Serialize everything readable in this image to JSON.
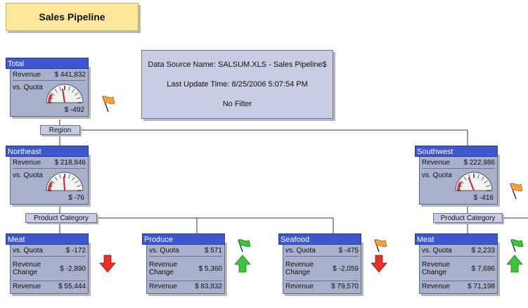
{
  "title": "Sales Pipeline",
  "info": {
    "data_source": "Data Source Name: SALSUM.XLS - Sales Pipeline$",
    "last_update": "Last Update Time: 8/25/2006 5:07:54 PM",
    "filter": "No Filter"
  },
  "dimensions": {
    "region": "Region",
    "product_category_ne": "Product Category",
    "product_category_sw": "Product Category"
  },
  "nodes": {
    "total": {
      "name": "Total",
      "revenue_label": "Revenue",
      "revenue": "$ 441,832",
      "quota_label": "vs. Quota",
      "quota": "$ -492",
      "gauge_level": 0.45,
      "flag": "orange-flag"
    },
    "northeast": {
      "name": "Northeast",
      "revenue_label": "Revenue",
      "revenue": "$ 218,846",
      "quota_label": "vs. Quota",
      "quota": "$ -76",
      "gauge_level": 0.48
    },
    "southwest": {
      "name": "Southwest",
      "revenue_label": "Revenue",
      "revenue": "$ 222,986",
      "quota_label": "vs. Quota",
      "quota": "$ -416",
      "gauge_level": 0.38,
      "flag": "orange-flag"
    },
    "meat_ne": {
      "name": "Meat",
      "quota_label": "vs. Quota",
      "quota": "$ -172",
      "change_label": "Revenue Change",
      "change": "$ -2,890",
      "revenue_label": "Revenue",
      "revenue": "$ 55,444",
      "indicator": "red-down-arrow"
    },
    "produce": {
      "name": "Produce",
      "quota_label": "vs. Quota",
      "quota": "$ 571",
      "change_label": "Revenue Change",
      "change": "$ 5,360",
      "revenue_label": "Revenue",
      "revenue": "$ 83,832",
      "indicator": "green-up-arrow",
      "flag": "green-flag"
    },
    "seafood": {
      "name": "Seafood",
      "quota_label": "vs. Quota",
      "quota": "$ -475",
      "change_label": "Revenue Change",
      "change": "$ -2,059",
      "revenue_label": "Revenue",
      "revenue": "$ 79,570",
      "indicator": "red-down-arrow",
      "flag": "orange-flag"
    },
    "meat_sw": {
      "name": "Meat",
      "quota_label": "vs. Quota",
      "quota": "$ 2,233",
      "change_label": "Revenue Change",
      "change": "$ 7,686",
      "revenue_label": "Revenue",
      "revenue": "$ 71,198",
      "indicator": "green-up-arrow",
      "flag": "green-flag"
    }
  },
  "colors": {
    "header": "#3d57cf",
    "body": "#a9b0cc",
    "title_bg": "#fde79a",
    "orange_flag": "#f4a23c",
    "green_flag": "#3cc43c",
    "red_arrow": "#e8302a",
    "green_arrow": "#3cc43c"
  }
}
